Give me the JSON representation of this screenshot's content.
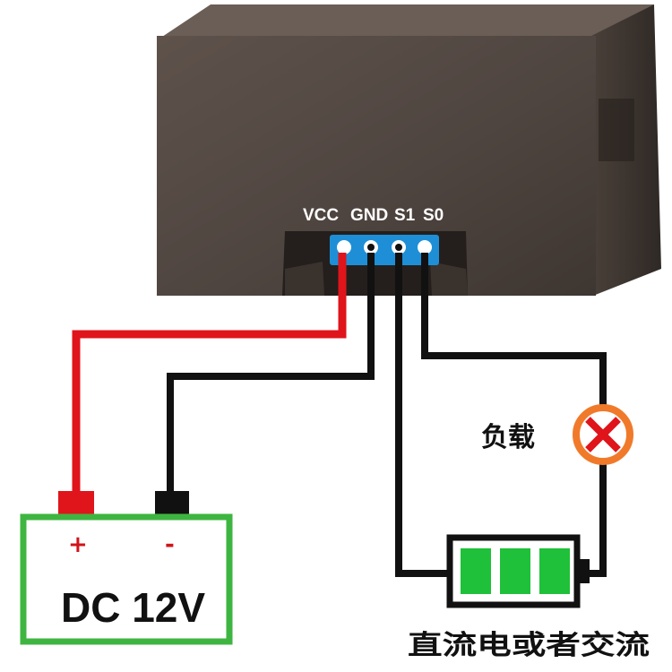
{
  "module": {
    "pins": [
      "VCC",
      "GND",
      "S1",
      "S0"
    ]
  },
  "load": {
    "label": "负载"
  },
  "source": {
    "label": "直流电或者交流"
  },
  "supply": {
    "positive": "+",
    "negative": "-",
    "label": "DC 12V"
  },
  "colors": {
    "vcc_wire": "#e0141b",
    "ground_wire": "#111111",
    "terminal_block": "#1e8fd6",
    "battery_cells": "#1fc13a",
    "supply_frame": "#3fb541",
    "load_ring": "#f07a2a"
  }
}
